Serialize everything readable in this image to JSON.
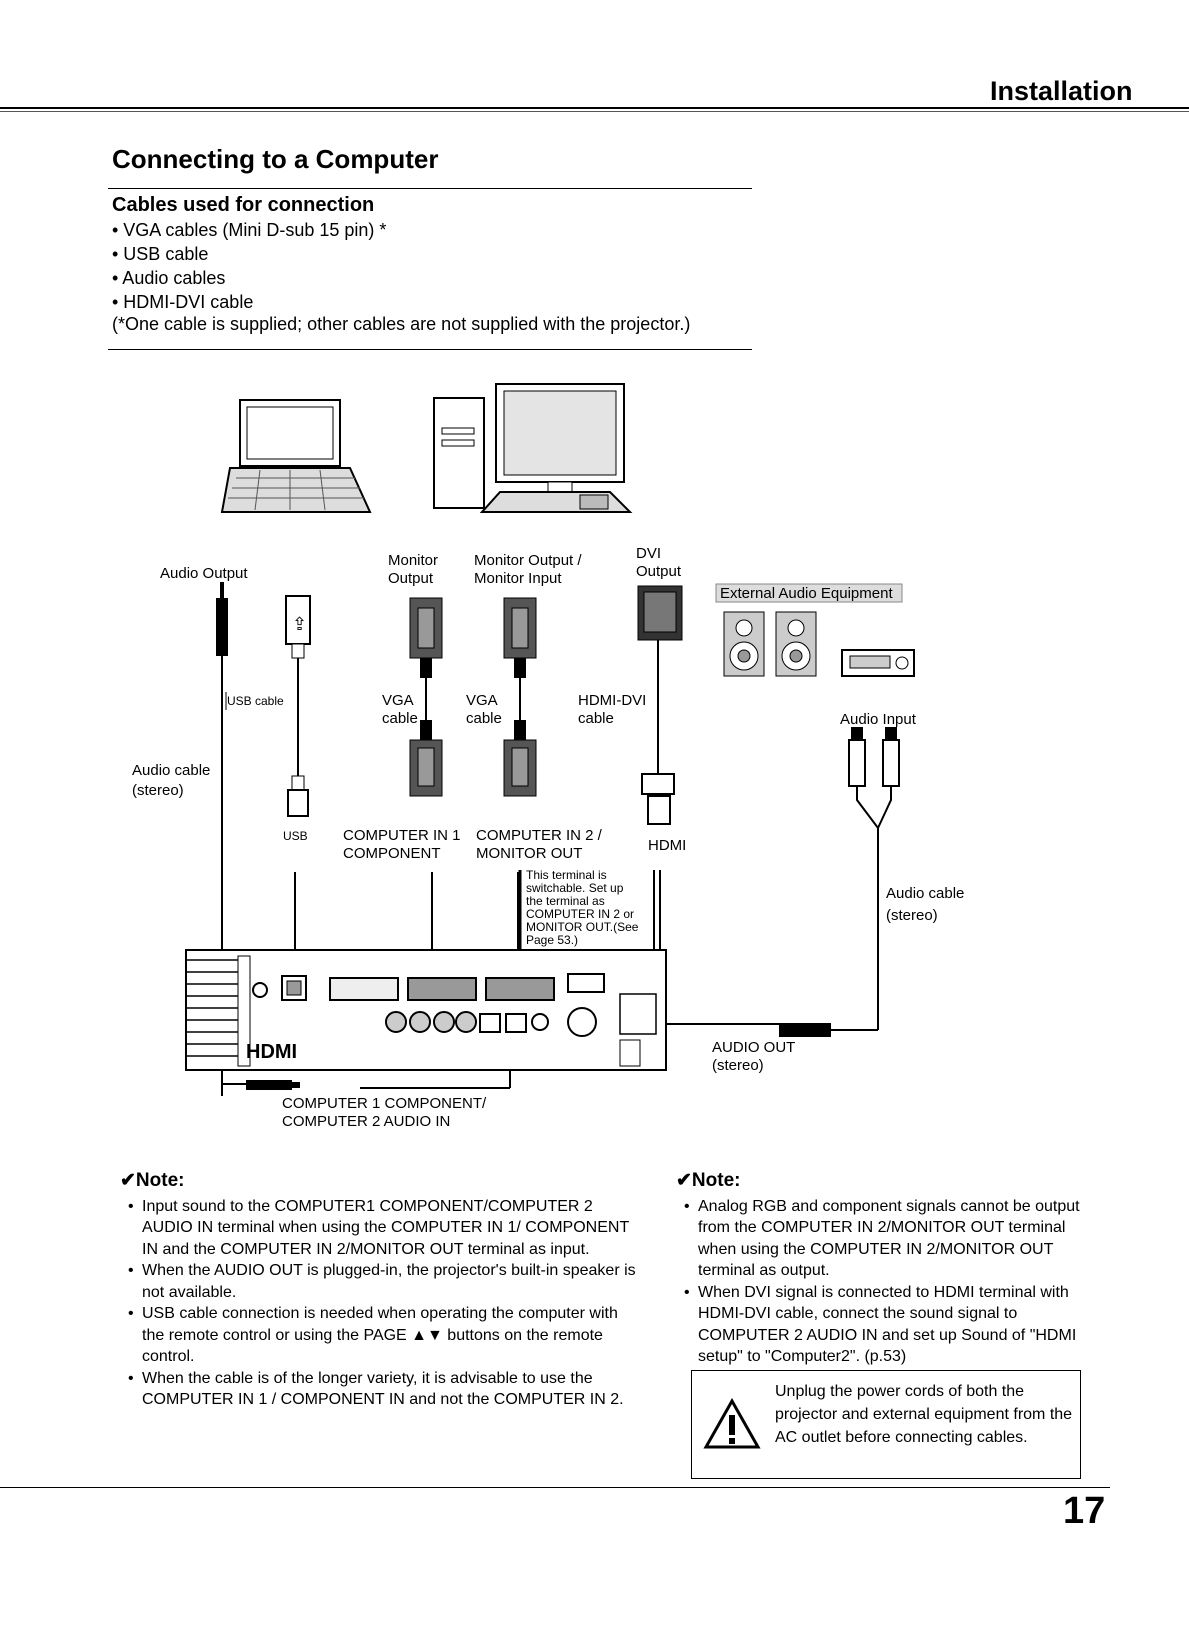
{
  "header": {
    "section": "Installation"
  },
  "title": "Connecting to a Computer",
  "cables": {
    "heading": "Cables used for connection",
    "items": [
      "• VGA cables (Mini D-sub 15 pin) *",
      "• USB cable",
      "• Audio cables",
      "• HDMI-DVI cable"
    ],
    "footnote": "(*One cable is supplied; other cables are not supplied with the projector.)"
  },
  "diagram": {
    "audio_output": "Audio Output",
    "monitor_output": [
      "Monitor",
      "Output"
    ],
    "monitor_output_input": [
      "Monitor Output /",
      "Monitor Input"
    ],
    "dvi_output": [
      "DVI",
      "Output"
    ],
    "external_audio": "External Audio Equipment",
    "usb_cable": "USB cable",
    "vga_cable_1": [
      "VGA",
      "cable"
    ],
    "vga_cable_2": [
      "VGA",
      "cable"
    ],
    "hdmi_dvi_cable": [
      "HDMI-DVI",
      "cable"
    ],
    "audio_input": "Audio Input",
    "audio_cable_left": [
      "Audio cable",
      "(stereo)"
    ],
    "usb": "USB",
    "computer_in_1": [
      "COMPUTER IN 1",
      "COMPONENT"
    ],
    "computer_in_2": [
      "COMPUTER IN 2 /",
      "MONITOR OUT"
    ],
    "hdmi": "HDMI",
    "switchable_note": [
      "This terminal is",
      "switchable. Set up",
      "the terminal as",
      "COMPUTER IN 2 or",
      "MONITOR OUT.(See",
      "Page 53.)"
    ],
    "audio_cable_right": [
      "Audio cable",
      "(stereo)"
    ],
    "audio_out": [
      "AUDIO OUT",
      "(stereo)"
    ],
    "computer_audio_in": [
      "COMPUTER 1 COMPONENT/",
      "COMPUTER 2 AUDIO IN"
    ],
    "panel_hdmi_logo": "HDMI"
  },
  "note_left": {
    "title": "✔Note:",
    "items": [
      "Input sound to the COMPUTER1 COMPONENT/COMPUTER 2 AUDIO IN terminal when using the COMPUTER IN 1/ COMPONENT IN and the COMPUTER IN 2/MONITOR OUT terminal as input.",
      "When the AUDIO OUT is plugged-in, the projector's built-in speaker is not available.",
      "USB cable connection is needed when operating the computer with the remote control or using the PAGE ▲▼ buttons on the remote control.",
      "When the cable is of the longer variety, it is advisable to use the COMPUTER IN 1 / COMPONENT IN and not the COMPUTER IN 2."
    ]
  },
  "note_right": {
    "title": "✔Note:",
    "items": [
      "Analog RGB and component signals cannot be output from the COMPUTER IN 2/MONITOR OUT terminal when using the COMPUTER IN 2/MONITOR OUT terminal as output.",
      "When DVI signal is connected to HDMI terminal with HDMI-DVI cable, connect the sound signal to COMPUTER 2 AUDIO IN and set up Sound of \"HDMI setup\" to \"Computer2\". (p.53)"
    ]
  },
  "warning": {
    "text": "Unplug the power cords of both the projector and external equipment from the AC outlet before connecting cables."
  },
  "page_number": "17"
}
